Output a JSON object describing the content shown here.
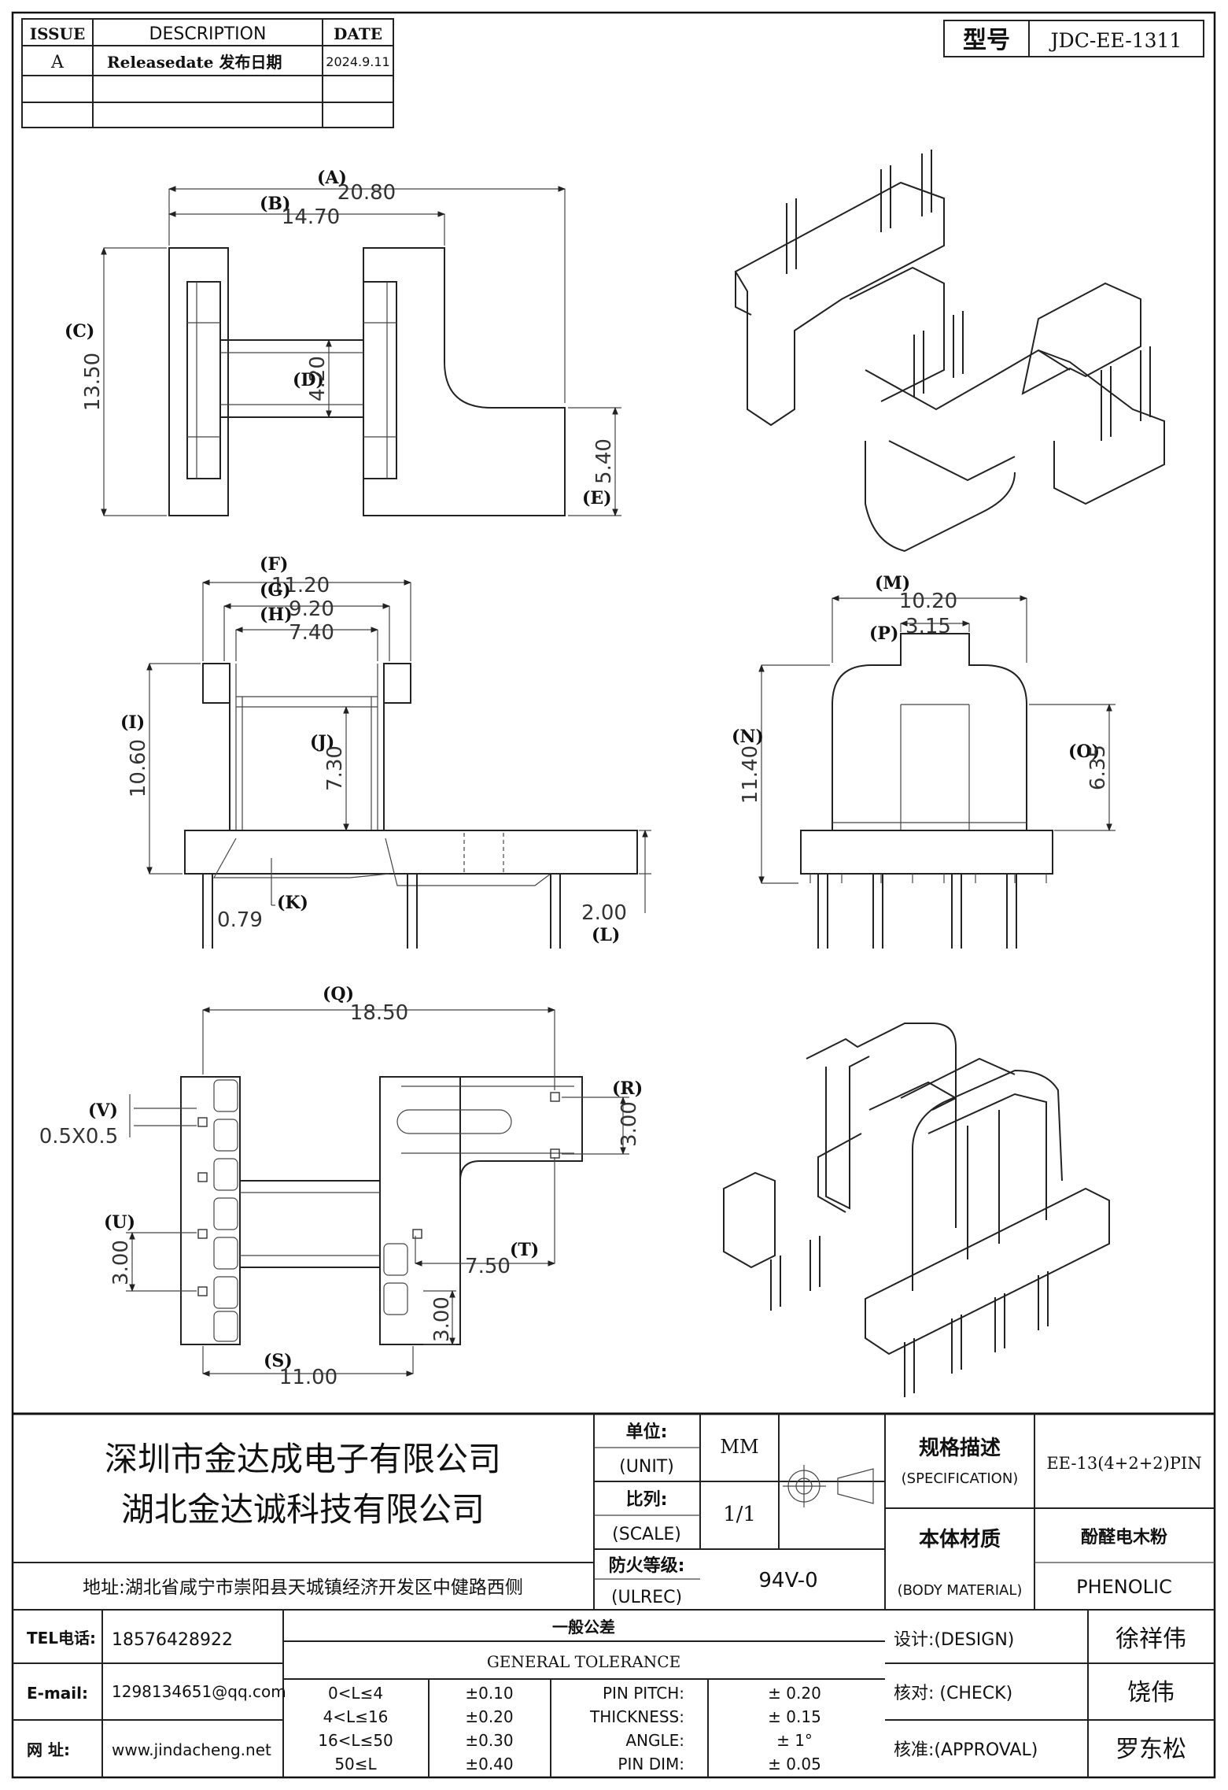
{
  "revision_table": {
    "headers": [
      "ISSUE",
      "DESCRIPTION",
      "DATE"
    ],
    "rows": [
      [
        "A",
        "Releasedate 发布日期",
        "2024.9.11"
      ],
      [
        "",
        "",
        ""
      ],
      [
        "",
        "",
        ""
      ]
    ]
  },
  "model": {
    "label": "型号",
    "value": "JDC-EE-1311"
  },
  "dimensions": {
    "A": "20.80",
    "B": "14.70",
    "C": "13.50",
    "D": "4.20",
    "E": "5.40",
    "F": "11.20",
    "G": "9.20",
    "H": "7.40",
    "I": "10.60",
    "J": "7.30",
    "K": "0.79",
    "L": "2.00",
    "M": "10.20",
    "N": "11.40",
    "O": "6.35",
    "P": "3.15",
    "Q": "18.50",
    "R": "3.00",
    "S": "11.00",
    "T": "7.50",
    "U": "3.00",
    "V": "0.5X0.5",
    "extra_3_00": "3.00"
  },
  "dim_labels": {
    "A": "(A)",
    "B": "(B)",
    "C": "(C)",
    "D": "(D)",
    "E": "(E)",
    "F": "(F)",
    "G": "(G)",
    "H": "(H)",
    "I": "(I)",
    "J": "(J)",
    "K": "(K)",
    "L": "(L)",
    "M": "(M)",
    "N": "(N)",
    "O": "(O)",
    "P": "(P)",
    "Q": "(Q)",
    "R": "(R)",
    "S": "(S)",
    "T": "(T)",
    "U": "(U)",
    "V": "(V)"
  },
  "company": {
    "name1": "深圳市金达成电子有限公司",
    "name2": "湖北金达诚科技有限公司",
    "address": "地址:湖北省咸宁市崇阳县天城镇经济开发区中健路西侧"
  },
  "spec_block": {
    "unit_cn": "单位:",
    "unit_en": "(UNIT)",
    "unit_value": "MM",
    "scale_cn": "比列:",
    "scale_en": "(SCALE)",
    "scale_value": "1/1",
    "ul_cn": "防火等级:",
    "ul_en": "(ULREC)",
    "ul_value": "94V-0",
    "spec_cn": "规格描述",
    "spec_en": "(SPECIFICATION)",
    "spec_value": "EE-13(4+2+2)PIN",
    "material_cn": "本体材质",
    "material_en": "(BODY MATERIAL)",
    "material_value_cn": "酚醛电木粉",
    "material_value_en": "PHENOLIC"
  },
  "contact": {
    "tel_label": "TEL电话:",
    "tel": "18576428922",
    "email_label": "E-mail:",
    "email": "1298134651@qq.com",
    "web_label": "网  址:",
    "web": "www.jindacheng.net"
  },
  "tolerance": {
    "title_cn": "一般公差",
    "title_en": "GENERAL TOLERANCE",
    "ranges": [
      {
        "range": "0<L≤4",
        "tol": "±0.10"
      },
      {
        "range": "4<L≤16",
        "tol": "±0.20"
      },
      {
        "range": "16<L≤50",
        "tol": "±0.30"
      },
      {
        "range": "50≤L",
        "tol": "±0.40"
      }
    ],
    "others": [
      {
        "label": "PIN PITCH:",
        "tol": "± 0.20"
      },
      {
        "label": "THICKNESS:",
        "tol": "± 0.15"
      },
      {
        "label": "ANGLE:",
        "tol": "± 1°"
      },
      {
        "label": "PIN DIM:",
        "tol": "± 0.05"
      }
    ]
  },
  "approvals": {
    "design_label": "设计:(DESIGN)",
    "design_name": "徐祥伟",
    "check_label": "核对: (CHECK)",
    "check_name": "饶伟",
    "approval_label": "核准:(APPROVAL)",
    "approval_name": "罗东松"
  }
}
